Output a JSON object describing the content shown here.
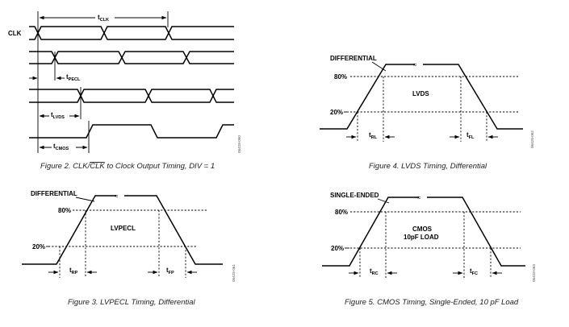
{
  "fig2": {
    "signal_label": "CLK",
    "t_clk": {
      "main": "t",
      "sub": "CLK"
    },
    "t_pecl": {
      "main": "t",
      "sub": "PECL"
    },
    "t_lvds": {
      "main": "t",
      "sub": "LVDS"
    },
    "t_cmos": {
      "main": "t",
      "sub": "CMOS"
    },
    "caption_pre": "Figure 2. CLK/",
    "caption_over": "CLK",
    "caption_post": " to Clock Output Timing, DIV = 1",
    "code": "06428-060"
  },
  "fig4": {
    "mode": "DIFFERENTIAL",
    "level_high": "80%",
    "level_low": "20%",
    "type_label": "LVDS",
    "t_rise": {
      "main": "t",
      "sub": "RL"
    },
    "t_fall": {
      "main": "t",
      "sub": "FL"
    },
    "caption": "Figure 4. LVDS Timing, Differential",
    "code": "06428-062"
  },
  "fig3": {
    "mode": "DIFFERENTIAL",
    "level_high": "80%",
    "level_low": "20%",
    "type_label": "LVPECL",
    "t_rise": {
      "main": "t",
      "sub": "RP"
    },
    "t_fall": {
      "main": "t",
      "sub": "FP"
    },
    "caption": "Figure 3. LVPECL Timing, Differential",
    "code": "06428-061"
  },
  "fig5": {
    "mode": "SINGLE-ENDED",
    "level_high": "80%",
    "level_low": "20%",
    "type_label_1": "CMOS",
    "type_label_2": "10pF LOAD",
    "t_rise": {
      "main": "t",
      "sub": "RC"
    },
    "t_fall": {
      "main": "t",
      "sub": "FC"
    },
    "caption": "Figure 5. CMOS Timing, Single-Ended, 10 pF Load",
    "code": "06428-063"
  }
}
